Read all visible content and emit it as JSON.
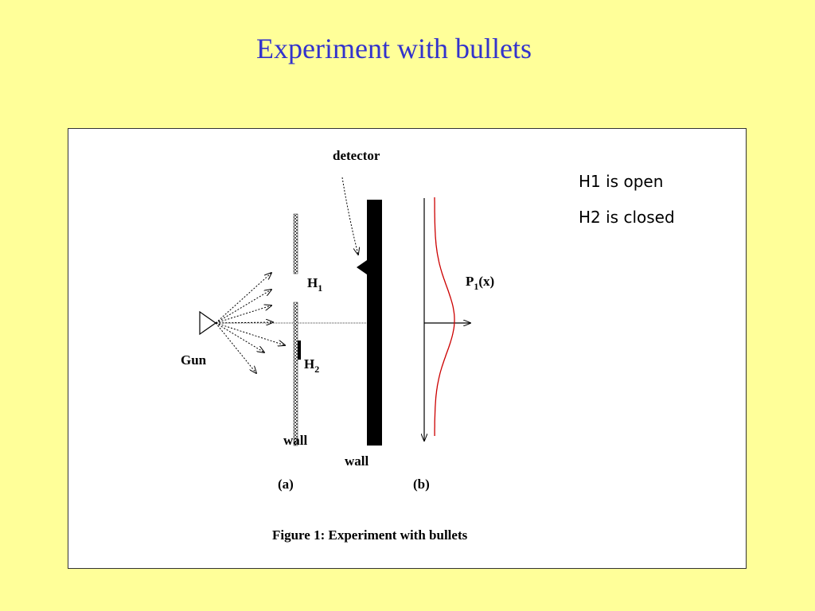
{
  "slide": {
    "title": "Experiment with bullets"
  },
  "figure": {
    "caption": "Figure 1: Experiment with bullets",
    "labels": {
      "detector": "detector",
      "gun": "Gun",
      "h1_base": "H",
      "h1_sub": "1",
      "h2_base": "H",
      "h2_sub": "2",
      "wall_a": "wall",
      "wall_b": "wall",
      "panel_a": "(a)",
      "panel_b": "(b)",
      "prob_base": "P",
      "prob_sub": "1",
      "prob_arg": "(x)"
    },
    "status": {
      "h1": "H1 is open",
      "h2": "H2 is closed"
    }
  },
  "colors": {
    "background": "#ffff99",
    "title": "#3333cc",
    "curve": "#cc0000"
  }
}
